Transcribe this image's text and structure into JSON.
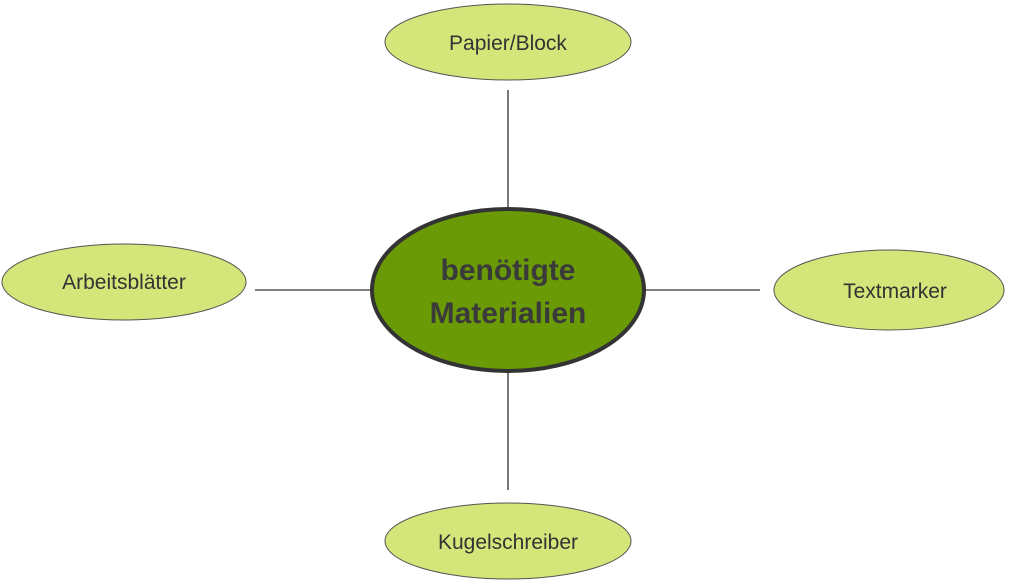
{
  "center": {
    "label_line1": "benötigte",
    "label_line2": "Materialien"
  },
  "nodes": {
    "top": "Papier/Block",
    "left": "Arbeitsblätter",
    "right": "Textmarker",
    "bottom": "Kugelschreiber"
  },
  "colors": {
    "center_fill": "#6a9a06",
    "node_fill": "#d4e57a",
    "stroke": "#333333"
  }
}
